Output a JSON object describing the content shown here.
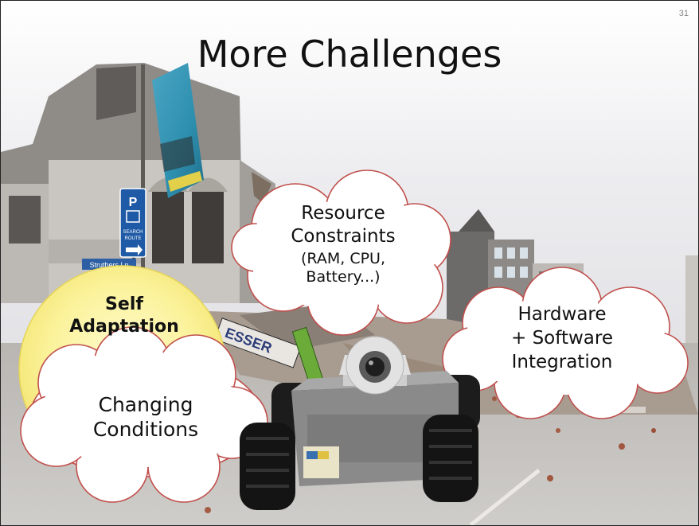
{
  "slide": {
    "title": "More Challenges",
    "number": "31"
  },
  "bubbles": {
    "self_adaptation": {
      "line1": "Self",
      "line2": "Adaptation"
    },
    "changing_conditions": {
      "line1": "Changing",
      "line2": "Conditions"
    },
    "resource_constraints": {
      "line1": "Resource",
      "line2": "Constraints",
      "line3": "(RAM, CPU,",
      "line4": "Battery...)"
    },
    "hardware_software": {
      "line1": "Hardware",
      "line2": "+ Software",
      "line3": "Integration"
    }
  },
  "photo": {
    "sign_letter": "P",
    "sign_text_1": "SEARCH",
    "sign_text_2": "ROUTE",
    "street_sign": "Struthers Ln",
    "shop_sign": "ESSER"
  },
  "colors": {
    "cloud_fill": "#ffffff",
    "cloud_stroke": "#c0504d",
    "sun_fill": "#f9ee7a",
    "sky": "#e9e9ec"
  }
}
